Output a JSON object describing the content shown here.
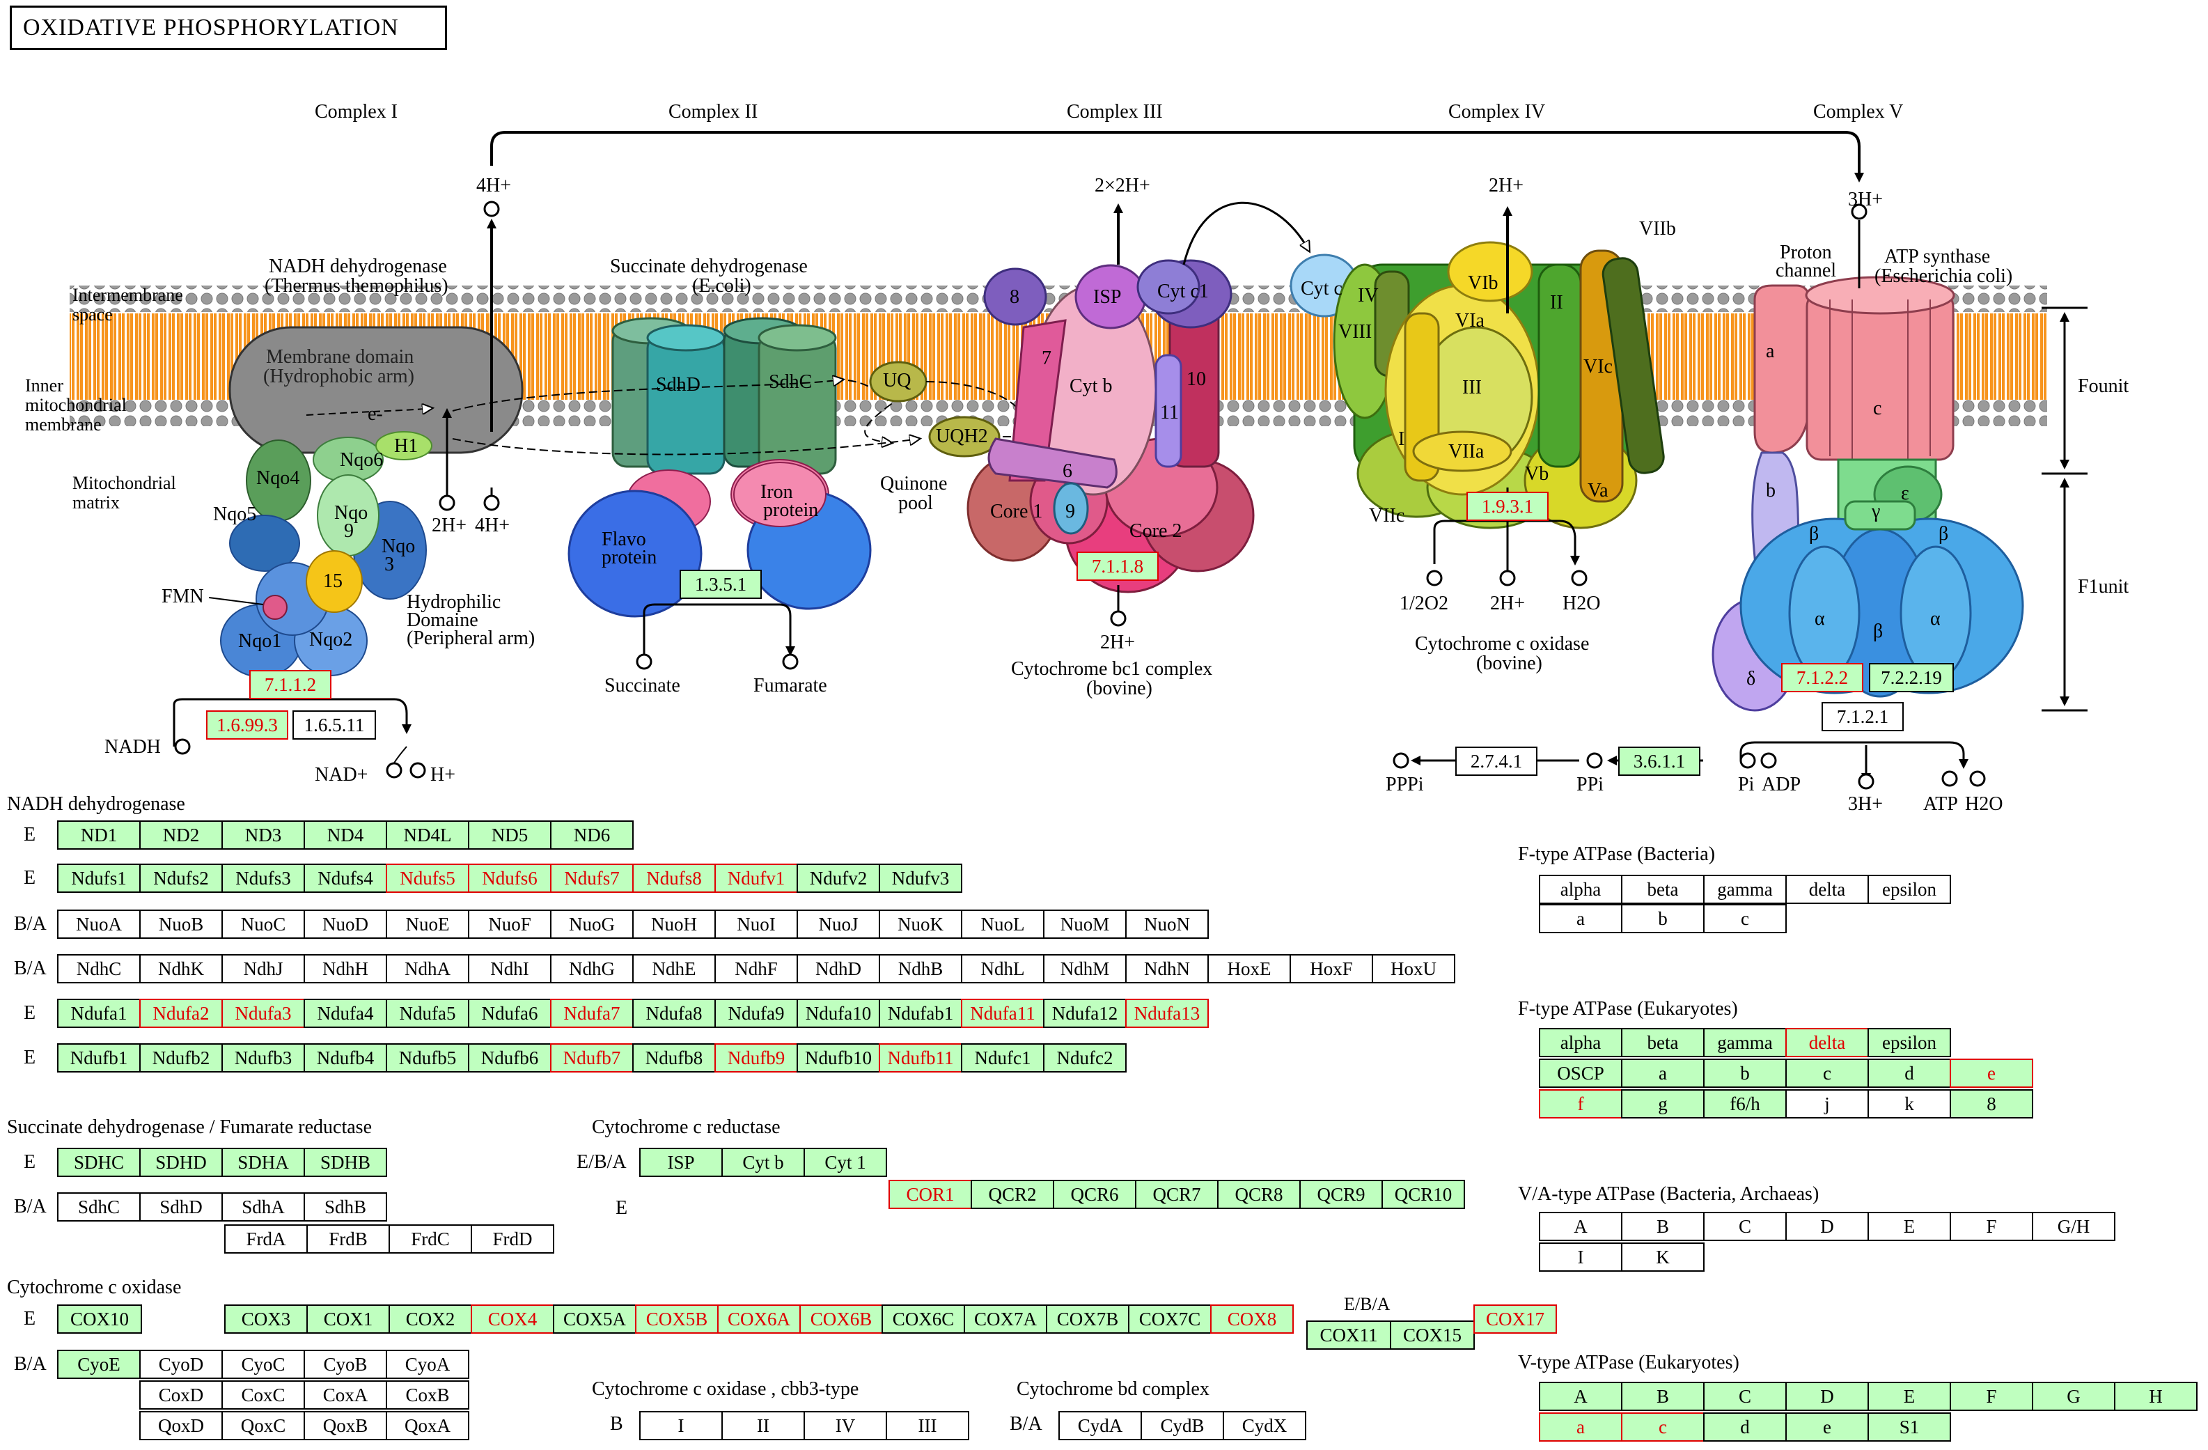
{
  "title": "OXIDATIVE PHOSPHORYLATION",
  "complexes": [
    "Complex I",
    "Complex II",
    "Complex III",
    "Complex IV",
    "Complex V"
  ],
  "membrane": {
    "intermembrane": "Intermembrane space",
    "inner": "Inner mitochondrial membrane",
    "matrix": "Mitochondrial matrix"
  },
  "complex1": {
    "name": "NADH dehydrogenase",
    "species": "(Thermus themophilus)",
    "membrane_domain": "Membrane domain",
    "membrane_domain2": "(Hydrophobic arm)",
    "hydrophilic": "Hydrophilic",
    "domaine": "Domaine",
    "peripheral": "(Peripheral arm)",
    "subunits": [
      "Nqo4",
      "Nqo6",
      "H1",
      "Nqo5",
      "Nqo",
      "9",
      "Nqo",
      "3",
      "15",
      "FMN",
      "Nqo1",
      "Nqo2",
      "e-"
    ],
    "protons_out": "4H+",
    "protons_in": [
      "2H+",
      "4H+"
    ],
    "ec": [
      "7.1.1.2",
      "1.6.99.3",
      "1.6.5.11"
    ],
    "substrate": "NADH",
    "products": [
      "NAD+",
      "H+"
    ]
  },
  "complex2": {
    "name": "Succinate dehydrogenase",
    "species": "(E.coli)",
    "subunits": [
      "SdhD",
      "SdhC",
      "Iron",
      "protein",
      "Flavo",
      "protein"
    ],
    "ec": "1.3.5.1",
    "substrate": "Succinate",
    "product": "Fumarate",
    "quinone": [
      "UQ",
      "UQH2",
      "Quinone",
      "pool"
    ]
  },
  "complex3": {
    "name": "Cytochrome bc1 complex",
    "species": "(bovine)",
    "subunits": [
      "8",
      "ISP",
      "Cyt c1",
      "7",
      "Cyt b",
      "10",
      "11",
      "6",
      "Core 1",
      "9",
      "Core 2"
    ],
    "protons_out": "2×2H+",
    "protons_in": "2H+",
    "ec": "7.1.1.8",
    "cytc": "Cyt c"
  },
  "complex4": {
    "name": "Cytochrome c oxidase",
    "species": "(bovine)",
    "subunits": [
      "IV",
      "VIII",
      "VIb",
      "VIIb",
      "II",
      "VIa",
      "III",
      "VIc",
      "I",
      "VIIa",
      "Vb",
      "Va",
      "VIIc"
    ],
    "protons_out": "2H+",
    "ec": "1.9.3.1",
    "substrates": [
      "1/2O2",
      "2H+"
    ],
    "product": "H2O"
  },
  "complex5": {
    "name": "ATP synthase",
    "species": "(Escherichia coli)",
    "proton_channel": [
      "Proton",
      "channel"
    ],
    "subunits": [
      "a",
      "c",
      "b",
      "ε",
      "γ",
      "β",
      "β",
      "α",
      "β",
      "α",
      "δ"
    ],
    "protons_out": "3H+",
    "protons_in": "3H+",
    "ec": [
      "7.1.2.2",
      "7.2.2.19",
      "7.1.2.1",
      "2.7.4.1",
      "3.6.1.1"
    ],
    "fo": "Founit",
    "f1": "F1unit",
    "labels": [
      "PPPi",
      "PPi",
      "Pi",
      "ADP",
      "ATP",
      "H2O"
    ]
  },
  "tables": {
    "nadh": {
      "title": "NADH dehydrogenase",
      "rows": [
        {
          "label": "E",
          "cells": [
            [
              "ND1",
              "g"
            ],
            [
              "ND2",
              "g"
            ],
            [
              "ND3",
              "g"
            ],
            [
              "ND4",
              "g"
            ],
            [
              "ND4L",
              "g"
            ],
            [
              "ND5",
              "g"
            ],
            [
              "ND6",
              "g"
            ]
          ]
        },
        {
          "label": "E",
          "cells": [
            [
              "Ndufs1",
              "g"
            ],
            [
              "Ndufs2",
              "g"
            ],
            [
              "Ndufs3",
              "g"
            ],
            [
              "Ndufs4",
              "g"
            ],
            [
              "Ndufs5",
              "r"
            ],
            [
              "Ndufs6",
              "r"
            ],
            [
              "Ndufs7",
              "r"
            ],
            [
              "Ndufs8",
              "r"
            ],
            [
              "Ndufv1",
              "r"
            ],
            [
              "Ndufv2",
              "g"
            ],
            [
              "Ndufv3",
              "g"
            ]
          ]
        },
        {
          "label": "B/A",
          "cells": [
            [
              "NuoA",
              "w"
            ],
            [
              "NuoB",
              "w"
            ],
            [
              "NuoC",
              "w"
            ],
            [
              "NuoD",
              "w"
            ],
            [
              "NuoE",
              "w"
            ],
            [
              "NuoF",
              "w"
            ],
            [
              "NuoG",
              "w"
            ],
            [
              "NuoH",
              "w"
            ],
            [
              "NuoI",
              "w"
            ],
            [
              "NuoJ",
              "w"
            ],
            [
              "NuoK",
              "w"
            ],
            [
              "NuoL",
              "w"
            ],
            [
              "NuoM",
              "w"
            ],
            [
              "NuoN",
              "w"
            ]
          ]
        },
        {
          "label": "B/A",
          "cells": [
            [
              "NdhC",
              "w"
            ],
            [
              "NdhK",
              "w"
            ],
            [
              "NdhJ",
              "w"
            ],
            [
              "NdhH",
              "w"
            ],
            [
              "NdhA",
              "w"
            ],
            [
              "NdhI",
              "w"
            ],
            [
              "NdhG",
              "w"
            ],
            [
              "NdhE",
              "w"
            ],
            [
              "NdhF",
              "w"
            ],
            [
              "NdhD",
              "w"
            ],
            [
              "NdhB",
              "w"
            ],
            [
              "NdhL",
              "w"
            ],
            [
              "NdhM",
              "w"
            ],
            [
              "NdhN",
              "w"
            ],
            [
              "HoxE",
              "w"
            ],
            [
              "HoxF",
              "w"
            ],
            [
              "HoxU",
              "w"
            ]
          ]
        },
        {
          "label": "E",
          "cells": [
            [
              "Ndufa1",
              "g"
            ],
            [
              "Ndufa2",
              "r"
            ],
            [
              "Ndufa3",
              "r"
            ],
            [
              "Ndufa4",
              "g"
            ],
            [
              "Ndufa5",
              "g"
            ],
            [
              "Ndufa6",
              "g"
            ],
            [
              "Ndufa7",
              "r"
            ],
            [
              "Ndufa8",
              "g"
            ],
            [
              "Ndufa9",
              "g"
            ],
            [
              "Ndufa10",
              "g"
            ],
            [
              "Ndufab1",
              "g"
            ],
            [
              "Ndufa11",
              "r"
            ],
            [
              "Ndufa12",
              "g"
            ],
            [
              "Ndufa13",
              "r"
            ]
          ]
        },
        {
          "label": "E",
          "cells": [
            [
              "Ndufb1",
              "g"
            ],
            [
              "Ndufb2",
              "g"
            ],
            [
              "Ndufb3",
              "g"
            ],
            [
              "Ndufb4",
              "g"
            ],
            [
              "Ndufb5",
              "g"
            ],
            [
              "Ndufb6",
              "g"
            ],
            [
              "Ndufb7",
              "r"
            ],
            [
              "Ndufb8",
              "g"
            ],
            [
              "Ndufb9",
              "r"
            ],
            [
              "Ndufb10",
              "g"
            ],
            [
              "Ndufb11",
              "r"
            ],
            [
              "Ndufc1",
              "g"
            ],
            [
              "Ndufc2",
              "g"
            ]
          ]
        }
      ]
    },
    "sdh": {
      "title": "Succinate dehydrogenase / Fumarate reductase",
      "rows": [
        {
          "label": "E",
          "cells": [
            [
              "SDHC",
              "g"
            ],
            [
              "SDHD",
              "g"
            ],
            [
              "SDHA",
              "g"
            ],
            [
              "SDHB",
              "g"
            ]
          ]
        },
        {
          "label": "B/A",
          "cells": [
            [
              "SdhC",
              "w"
            ],
            [
              "SdhD",
              "w"
            ],
            [
              "SdhA",
              "w"
            ],
            [
              "SdhB",
              "w"
            ]
          ]
        },
        {
          "label": "",
          "cells": [
            [
              "FrdA",
              "w"
            ],
            [
              "FrdB",
              "w"
            ],
            [
              "FrdC",
              "w"
            ],
            [
              "FrdD",
              "w"
            ]
          ]
        }
      ]
    },
    "cytcred": {
      "title": "Cytochrome c reductase",
      "row1_label": "E/B/A",
      "row1": [
        [
          "ISP",
          "g"
        ],
        [
          "Cyt b",
          "g"
        ],
        [
          "Cyt 1",
          "g"
        ]
      ],
      "row2_label": "E",
      "row2": [
        [
          "COR1",
          "r"
        ],
        [
          "QCR2",
          "g"
        ],
        [
          "QCR6",
          "g"
        ],
        [
          "QCR7",
          "g"
        ],
        [
          "QCR8",
          "g"
        ],
        [
          "QCR9",
          "g"
        ],
        [
          "QCR10",
          "g"
        ]
      ]
    },
    "cox": {
      "title": "Cytochrome c oxidase",
      "rowE_label": "E",
      "cox10": [
        [
          "COX10",
          "g"
        ]
      ],
      "rowE": [
        [
          "COX3",
          "g"
        ],
        [
          "COX1",
          "g"
        ],
        [
          "COX2",
          "g"
        ],
        [
          "COX4",
          "r"
        ],
        [
          "COX5A",
          "g"
        ],
        [
          "COX5B",
          "r"
        ],
        [
          "COX6A",
          "r"
        ],
        [
          "COX6B",
          "r"
        ],
        [
          "COX6C",
          "g"
        ],
        [
          "COX7A",
          "g"
        ],
        [
          "COX7B",
          "g"
        ],
        [
          "COX7C",
          "g"
        ],
        [
          "COX8",
          "r"
        ]
      ],
      "eba_label": "E/B/A",
      "eba": [
        [
          "COX11",
          "g"
        ],
        [
          "COX15",
          "g"
        ]
      ],
      "cox17": [
        [
          "COX17",
          "r"
        ]
      ],
      "ba_label": "B/A",
      "ba1": [
        [
          "CyoE",
          "g"
        ],
        [
          "CyoD",
          "w"
        ],
        [
          "CyoC",
          "w"
        ],
        [
          "CyoB",
          "w"
        ],
        [
          "CyoA",
          "w"
        ]
      ],
      "ba2": [
        [
          "CoxD",
          "w"
        ],
        [
          "CoxC",
          "w"
        ],
        [
          "CoxA",
          "w"
        ],
        [
          "CoxB",
          "w"
        ]
      ],
      "ba3": [
        [
          "QoxD",
          "w"
        ],
        [
          "QoxC",
          "w"
        ],
        [
          "QoxB",
          "w"
        ],
        [
          "QoxA",
          "w"
        ]
      ]
    },
    "cbb3": {
      "title": "Cytochrome c oxidase , cbb3-type",
      "label": "B",
      "cells": [
        [
          "I",
          "w"
        ],
        [
          "II",
          "w"
        ],
        [
          "IV",
          "w"
        ],
        [
          "III",
          "w"
        ]
      ]
    },
    "bd": {
      "title": "Cytochrome bd complex",
      "label": "B/A",
      "cells": [
        [
          "CydA",
          "w"
        ],
        [
          "CydB",
          "w"
        ],
        [
          "CydX",
          "w"
        ]
      ]
    },
    "ftype_bac": {
      "title": "F-type ATPase (Bacteria)",
      "row1": [
        [
          "alpha",
          "w"
        ],
        [
          "beta",
          "w"
        ],
        [
          "gamma",
          "w"
        ],
        [
          "delta",
          "w"
        ],
        [
          "epsilon",
          "w"
        ]
      ],
      "row2": [
        [
          "a",
          "w"
        ],
        [
          "b",
          "w"
        ],
        [
          "c",
          "w"
        ]
      ]
    },
    "ftype_euk": {
      "title": "F-type ATPase (Eukaryotes)",
      "row1": [
        [
          "alpha",
          "g"
        ],
        [
          "beta",
          "g"
        ],
        [
          "gamma",
          "g"
        ],
        [
          "delta",
          "r"
        ],
        [
          "epsilon",
          "g"
        ]
      ],
      "row2": [
        [
          "OSCP",
          "g"
        ],
        [
          "a",
          "g"
        ],
        [
          "b",
          "g"
        ],
        [
          "c",
          "g"
        ],
        [
          "d",
          "g"
        ],
        [
          "e",
          "r"
        ]
      ],
      "row3": [
        [
          "f",
          "r"
        ],
        [
          "g",
          "g"
        ],
        [
          "f6/h",
          "g"
        ],
        [
          "j",
          "w"
        ],
        [
          "k",
          "w"
        ],
        [
          "8",
          "g"
        ]
      ]
    },
    "vatype": {
      "title": "V/A-type ATPase (Bacteria, Archaeas)",
      "row1": [
        [
          "A",
          "w"
        ],
        [
          "B",
          "w"
        ],
        [
          "C",
          "w"
        ],
        [
          "D",
          "w"
        ],
        [
          "E",
          "w"
        ],
        [
          "F",
          "w"
        ],
        [
          "G/H",
          "w"
        ]
      ],
      "row2": [
        [
          "I",
          "w"
        ],
        [
          "K",
          "w"
        ]
      ]
    },
    "vtype": {
      "title": "V-type ATPase (Eukaryotes)",
      "row1": [
        [
          "A",
          "g"
        ],
        [
          "B",
          "g"
        ],
        [
          "C",
          "g"
        ],
        [
          "D",
          "g"
        ],
        [
          "E",
          "g"
        ],
        [
          "F",
          "g"
        ],
        [
          "G",
          "g"
        ],
        [
          "H",
          "g"
        ]
      ],
      "row2": [
        [
          "a",
          "r"
        ],
        [
          "c",
          "r"
        ],
        [
          "d",
          "g"
        ],
        [
          "e",
          "g"
        ],
        [
          "S1",
          "g"
        ]
      ]
    }
  }
}
